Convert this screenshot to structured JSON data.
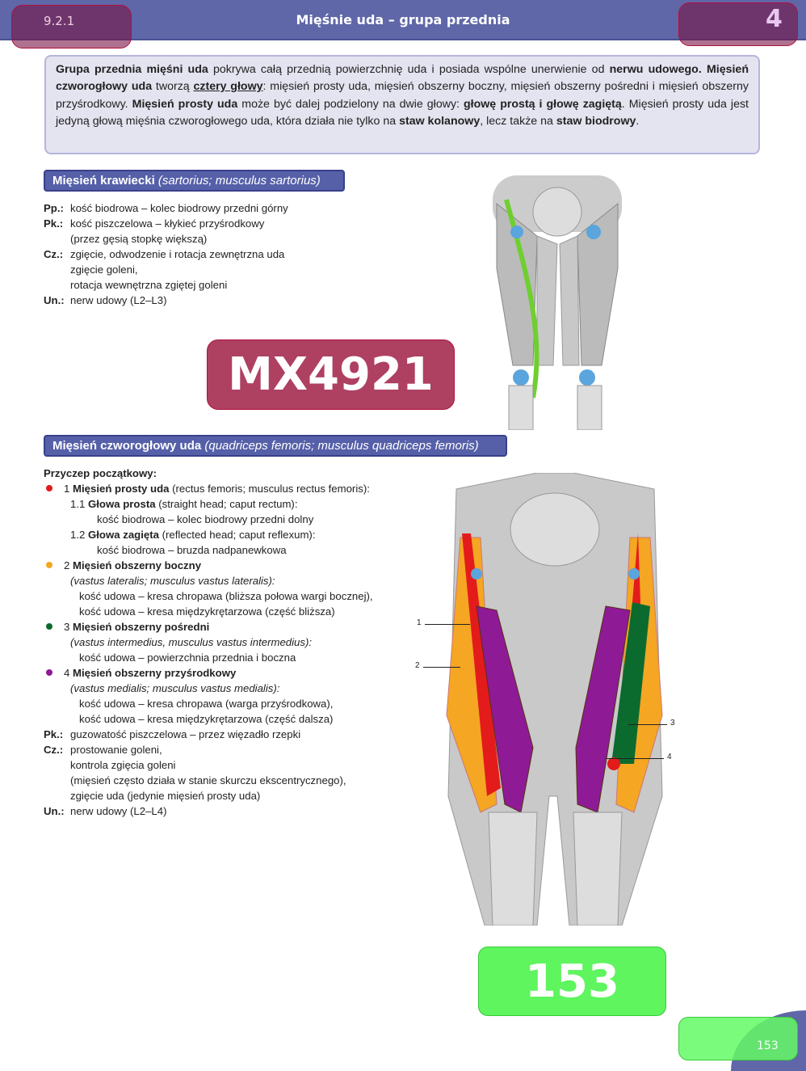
{
  "header": {
    "section": "9.2.1",
    "title": "Mięśnie uda – grupa przednia",
    "chapter": "4"
  },
  "intro": {
    "p1b": "Grupa przednia mięśni uda",
    "p1": " pokrywa całą przednią powierzchnię uda i posiada wspólne unerwienie od ",
    "p1b2": "nerwu udowego.",
    "p2b": "Mięsień czworogłowy uda",
    "p2": " tworzą ",
    "p2b2": "cztery głowy",
    "p3": ": mięsień prosty uda, mięsień obszerny boczny, mięsień obszerny pośredni i mięsień obszerny przyśrodkowy. ",
    "p3b": "Mięsień prosty uda",
    "p4": " może być dalej podzielony na dwie głowy: ",
    "p4b": "głowę prostą i głowę zagiętą",
    "p5": ". Mięsień prosty uda jest jedyną głową mięśnia czworogłowego uda, która działa nie tylko na ",
    "p5b": "staw kolanowy",
    "p6": ", lecz także na ",
    "p6b": "staw biodrowy",
    "p7": "."
  },
  "sartorius": {
    "title": "Mięsień krawiecki",
    "latin": "(sartorius; musculus sartorius)",
    "rows": [
      [
        "Pp.:",
        "kość biodrowa – kolec biodrowy przedni górny"
      ],
      [
        "Pk.:",
        "kość piszczelowa – kłykieć przyśrodkowy"
      ],
      [
        "",
        "(przez gęsią stopkę większą)"
      ],
      [
        "Cz.:",
        "zgięcie, odwodzenie i rotacja zewnętrzna uda"
      ],
      [
        "",
        "zgięcie goleni,"
      ],
      [
        "",
        "rotacja wewnętrzna zgiętej goleni"
      ],
      [
        "Un.:",
        "nerw udowy (L2–L3)"
      ]
    ]
  },
  "quadriceps": {
    "title": "Mięsień czworogłowy uda",
    "latin": "(quadriceps femoris; musculus quadriceps femoris)",
    "origin_label": "Przyczep początkowy:",
    "heads": [
      {
        "num": "1",
        "name": "Mięsień prosty uda",
        "latin": "(rectus femoris; musculus rectus femoris):",
        "color": "#e41b1b"
      },
      {
        "num": "2",
        "name": "Mięsień obszerny boczny",
        "latin": "(vastus lateralis; musculus vastus lateralis):",
        "color": "#f5a623",
        "lines": [
          "kość udowa – kresa chropawa (bliższa połowa wargi bocznej),",
          "kość udowa – kresa międzykrętarzowa (część bliższa)"
        ]
      },
      {
        "num": "3",
        "name": "Mięsień obszerny pośredni",
        "latin": "(vastus intermedius, musculus vastus intermedius):",
        "color": "#0b6b2e",
        "lines": [
          "kość udowa – powierzchnia przednia i boczna"
        ]
      },
      {
        "num": "4",
        "name": "Mięsień obszerny przyśrodkowy",
        "latin": "(vastus medialis; musculus vastus medialis):",
        "color": "#8e1a96",
        "lines": [
          "kość udowa – kresa chropawa (warga przyśrodkowa),",
          "kość udowa – kresa międzykrętarzowa (część dalsza)"
        ]
      }
    ],
    "sub": [
      {
        "num": "1.1",
        "name": "Głowa prosta",
        "latin": "(straight head; caput rectum):",
        "line": "kość biodrowa – kolec biodrowy przedni dolny"
      },
      {
        "num": "1.2",
        "name": "Głowa zagięta",
        "latin": "(reflected head; caput reflexum):",
        "line": "kość biodrowa – bruzda nadpanewkowa"
      }
    ],
    "rows": [
      [
        "Pk.:",
        "guzowatość piszczelowa – przez więzadło rzepki"
      ],
      [
        "Cz.:",
        "prostowanie goleni,"
      ],
      [
        "",
        "kontrola zgięcia goleni"
      ],
      [
        "",
        "(mięsień często działa w stanie skurczu ekscentrycznego),"
      ],
      [
        "",
        "zgięcie uda (jedynie mięsień prosty uda)"
      ],
      [
        "Un.:",
        "nerw udowy (L2–L4)"
      ]
    ],
    "figure_labels": [
      "1",
      "2",
      "3",
      "4"
    ]
  },
  "overlays": {
    "watermark": "MX4921",
    "page_badge": "153",
    "page_number": "153"
  }
}
